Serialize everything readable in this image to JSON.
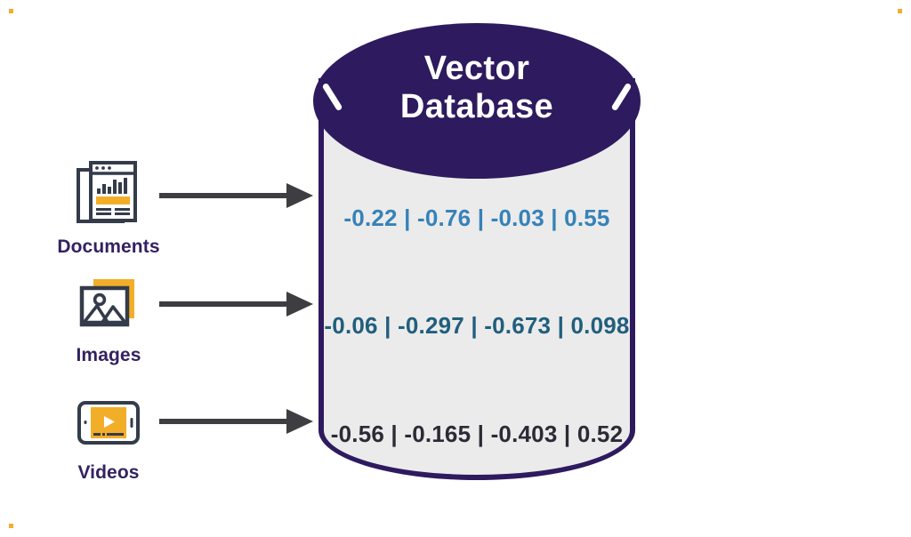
{
  "diagram": {
    "title": "Vector Database",
    "title_line1": "Vector",
    "title_line2": "Database",
    "frame_color": "#f0ad2e",
    "cylinder_fill": "#ebebeb",
    "cylinder_stroke": "#2e1a5e",
    "arrow_color": "#3d3d42",
    "label_color": "#332260"
  },
  "sources": [
    {
      "label": "Documents",
      "icon": "document-chart-icon",
      "arrow": "arrow-right-icon"
    },
    {
      "label": "Images",
      "icon": "image-photo-icon",
      "arrow": "arrow-right-icon"
    },
    {
      "label": "Videos",
      "icon": "video-player-icon",
      "arrow": "arrow-right-icon"
    }
  ],
  "vectors": [
    {
      "text": "-0.22 | -0.76 | -0.03 | 0.55",
      "color": "#3582b8",
      "values": [
        -0.22,
        -0.76,
        -0.03,
        0.55
      ]
    },
    {
      "text": "-0.06 | -0.297 | -0.673 | 0.098",
      "color": "#215f7d",
      "values": [
        -0.06,
        -0.297,
        -0.673,
        0.098
      ]
    },
    {
      "text": "-0.56 | -0.165 | -0.403 | 0.52",
      "color": "#2b2b36",
      "values": [
        -0.56,
        -0.165,
        -0.403,
        0.52
      ]
    }
  ]
}
